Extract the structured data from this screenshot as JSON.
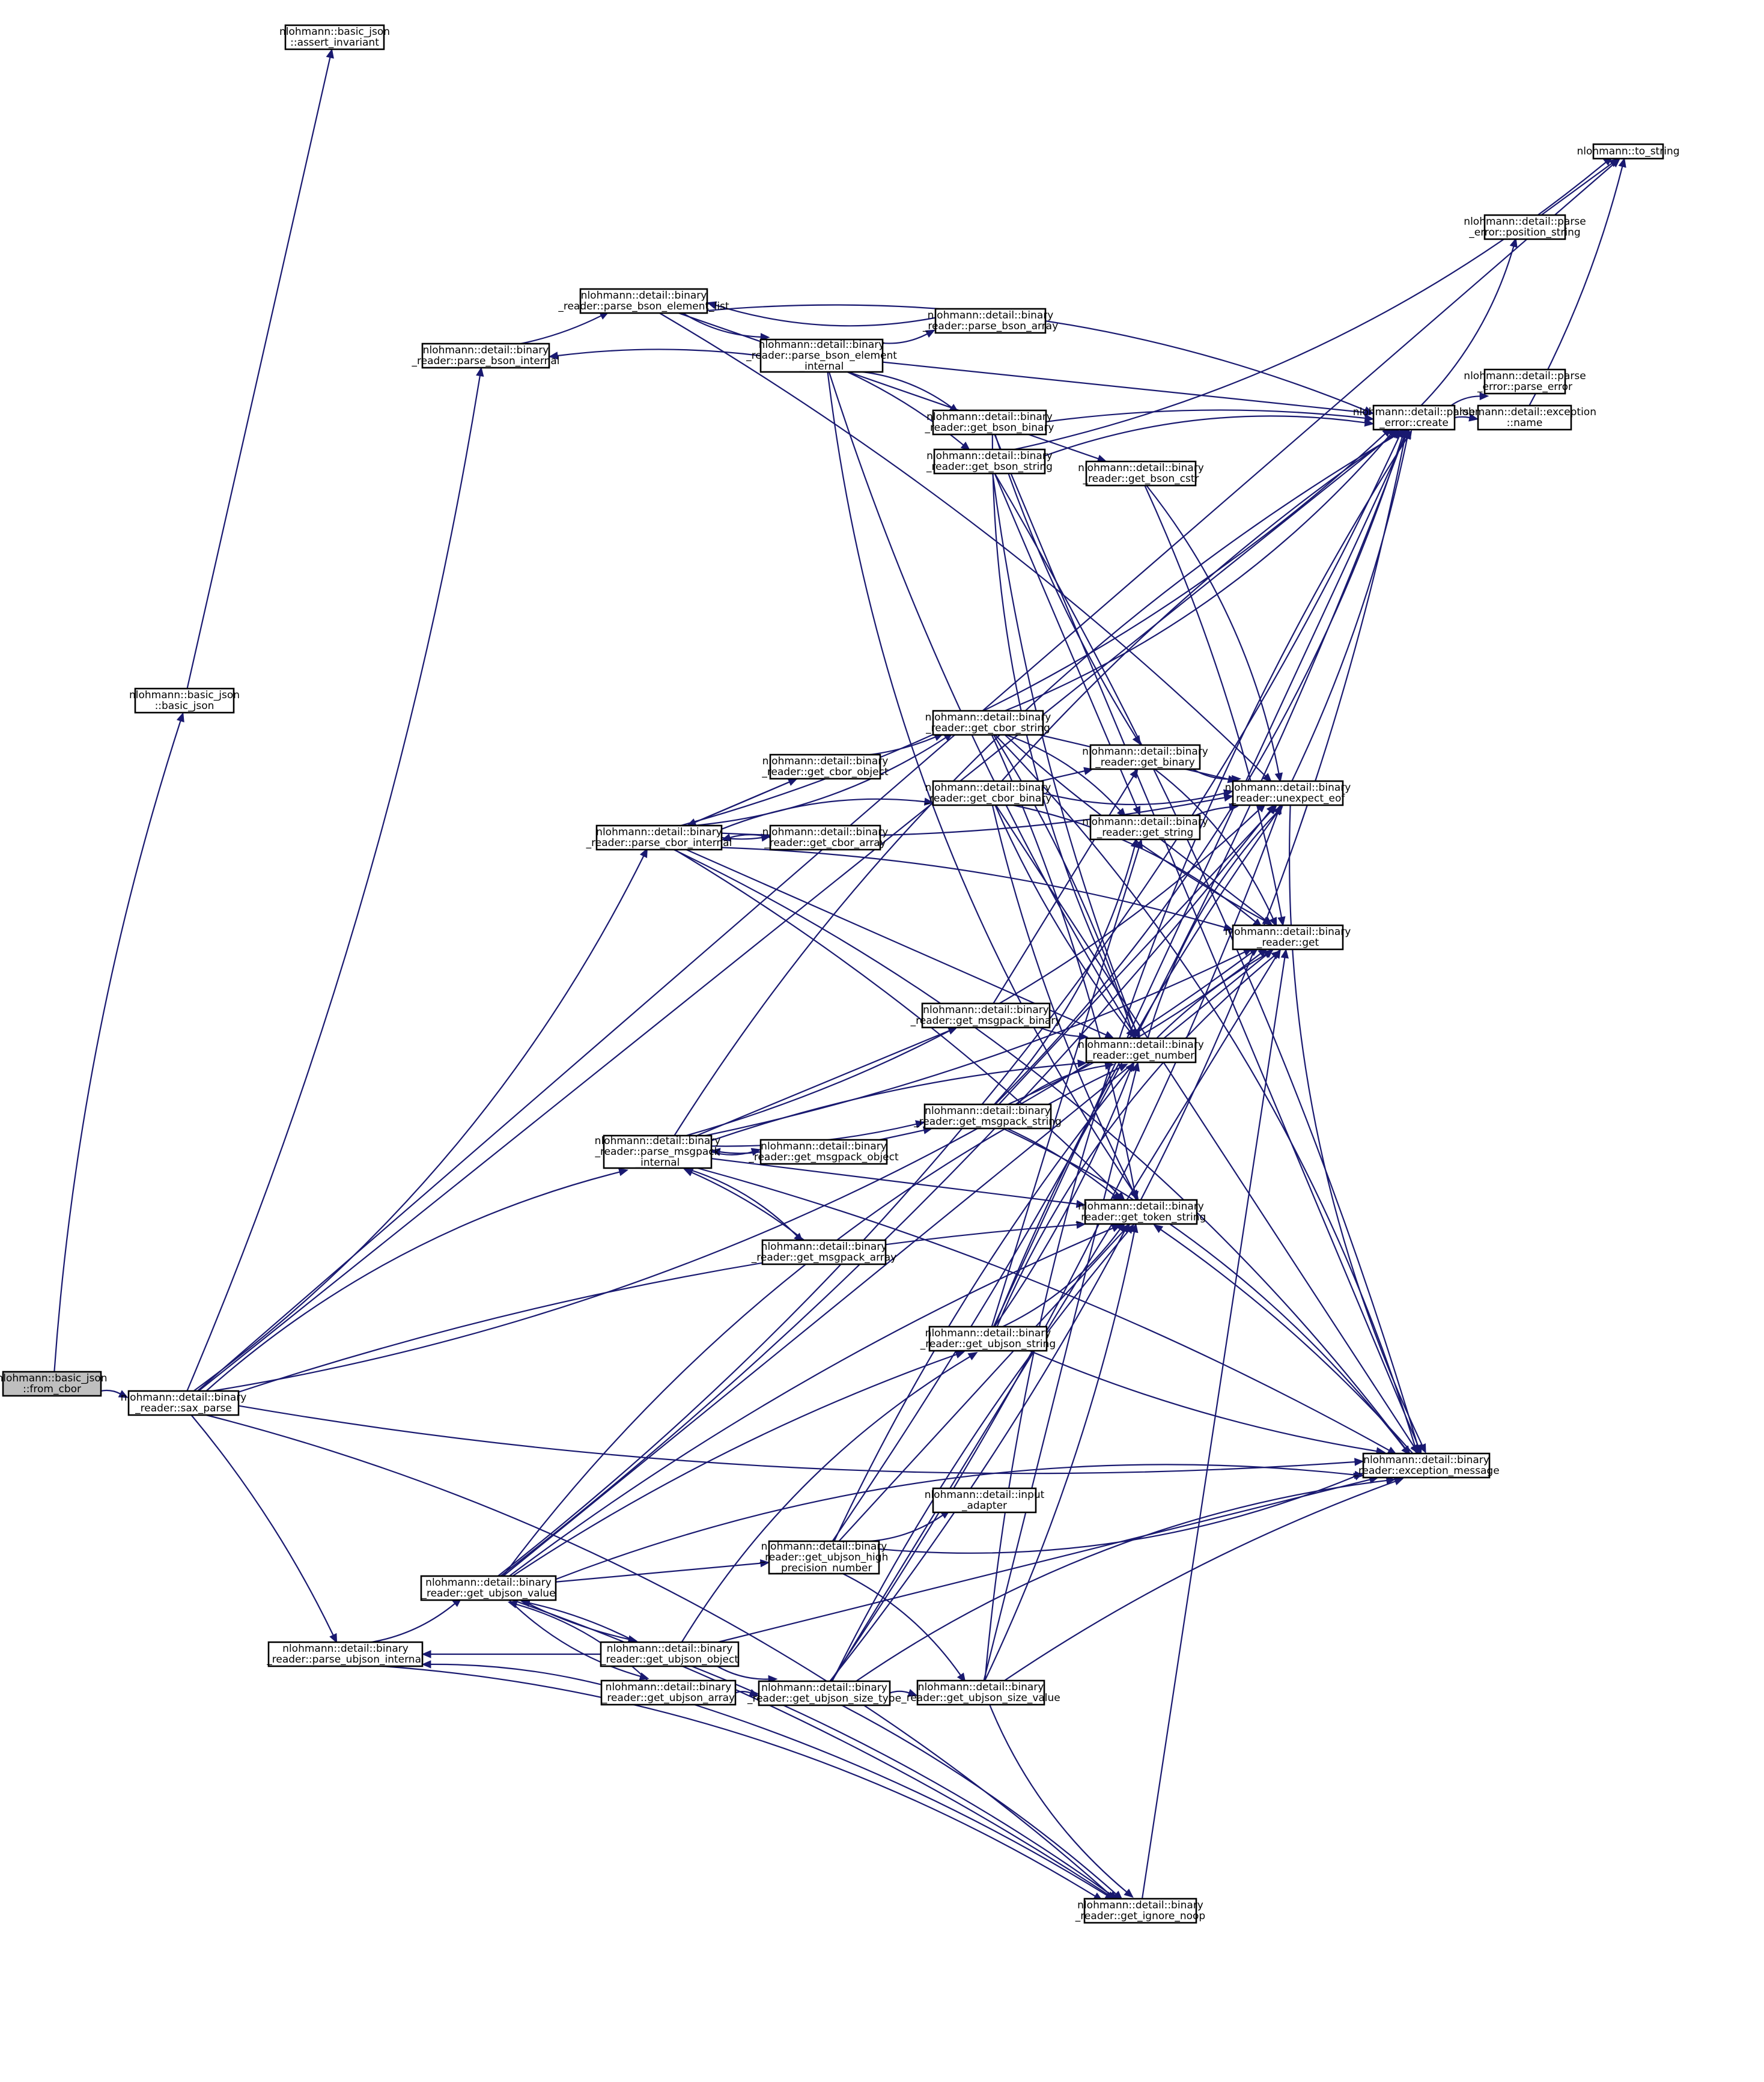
{
  "diagram": {
    "type": "call-graph",
    "title": "",
    "edge_color": "#191970",
    "root_fill": "#bfbfbf",
    "node_fill": "#ffffff",
    "nodes": [
      {
        "id": "from_cbor",
        "lines": [
          "nlohmann::basic_json",
          "::from_cbor"
        ],
        "root": true
      },
      {
        "id": "sax_parse",
        "lines": [
          "nlohmann::detail::binary",
          "_reader::sax_parse"
        ]
      },
      {
        "id": "basic_json",
        "lines": [
          "nlohmann::basic_json",
          "::basic_json"
        ]
      },
      {
        "id": "assert_invariant",
        "lines": [
          "nlohmann::basic_json",
          "::assert_invariant"
        ]
      },
      {
        "id": "parse_bson_internal",
        "lines": [
          "nlohmann::detail::binary",
          "_reader::parse_bson_internal"
        ]
      },
      {
        "id": "parse_bson_element_list",
        "lines": [
          "nlohmann::detail::binary",
          "_reader::parse_bson_element_list"
        ]
      },
      {
        "id": "parse_bson_element_internal",
        "lines": [
          "nlohmann::detail::binary",
          "_reader::parse_bson_element",
          "_internal"
        ]
      },
      {
        "id": "parse_bson_array",
        "lines": [
          "nlohmann::detail::binary",
          "_reader::parse_bson_array"
        ]
      },
      {
        "id": "get_bson_binary",
        "lines": [
          "nlohmann::detail::binary",
          "_reader::get_bson_binary"
        ]
      },
      {
        "id": "get_bson_string",
        "lines": [
          "nlohmann::detail::binary",
          "_reader::get_bson_string"
        ]
      },
      {
        "id": "get_bson_cstr",
        "lines": [
          "nlohmann::detail::binary",
          "_reader::get_bson_cstr"
        ]
      },
      {
        "id": "parse_cbor_internal",
        "lines": [
          "nlohmann::detail::binary",
          "_reader::parse_cbor_internal"
        ]
      },
      {
        "id": "get_cbor_object",
        "lines": [
          "nlohmann::detail::binary",
          "_reader::get_cbor_object"
        ]
      },
      {
        "id": "get_cbor_array",
        "lines": [
          "nlohmann::detail::binary",
          "_reader::get_cbor_array"
        ]
      },
      {
        "id": "get_cbor_string",
        "lines": [
          "nlohmann::detail::binary",
          "_reader::get_cbor_string"
        ]
      },
      {
        "id": "get_cbor_binary",
        "lines": [
          "nlohmann::detail::binary",
          "_reader::get_cbor_binary"
        ]
      },
      {
        "id": "get_binary",
        "lines": [
          "nlohmann::detail::binary",
          "_reader::get_binary"
        ]
      },
      {
        "id": "get_string",
        "lines": [
          "nlohmann::detail::binary",
          "_reader::get_string"
        ]
      },
      {
        "id": "unexpect_eof",
        "lines": [
          "nlohmann::detail::binary",
          "_reader::unexpect_eof"
        ]
      },
      {
        "id": "get",
        "lines": [
          "nlohmann::detail::binary",
          "_reader::get"
        ]
      },
      {
        "id": "parse_msgpack_internal",
        "lines": [
          "nlohmann::detail::binary",
          "_reader::parse_msgpack",
          "_internal"
        ]
      },
      {
        "id": "get_msgpack_binary",
        "lines": [
          "nlohmann::detail::binary",
          "_reader::get_msgpack_binary"
        ]
      },
      {
        "id": "get_msgpack_string",
        "lines": [
          "nlohmann::detail::binary",
          "_reader::get_msgpack_string"
        ]
      },
      {
        "id": "get_msgpack_object",
        "lines": [
          "nlohmann::detail::binary",
          "_reader::get_msgpack_object"
        ]
      },
      {
        "id": "get_msgpack_array",
        "lines": [
          "nlohmann::detail::binary",
          "_reader::get_msgpack_array"
        ]
      },
      {
        "id": "get_number",
        "lines": [
          "nlohmann::detail::binary",
          "_reader::get_number"
        ]
      },
      {
        "id": "get_token_string",
        "lines": [
          "nlohmann::detail::binary",
          "_reader::get_token_string"
        ]
      },
      {
        "id": "get_ubjson_string",
        "lines": [
          "nlohmann::detail::binary",
          "_reader::get_ubjson_string"
        ]
      },
      {
        "id": "input_adapter",
        "lines": [
          "nlohmann::detail::input",
          "_adapter"
        ]
      },
      {
        "id": "get_ubjson_high_precision_number",
        "lines": [
          "nlohmann::detail::binary",
          "_reader::get_ubjson_high",
          "_precision_number"
        ]
      },
      {
        "id": "get_ubjson_value",
        "lines": [
          "nlohmann::detail::binary",
          "_reader::get_ubjson_value"
        ]
      },
      {
        "id": "parse_ubjson_internal",
        "lines": [
          "nlohmann::detail::binary",
          "_reader::parse_ubjson_internal"
        ]
      },
      {
        "id": "get_ubjson_object",
        "lines": [
          "nlohmann::detail::binary",
          "_reader::get_ubjson_object"
        ]
      },
      {
        "id": "get_ubjson_array",
        "lines": [
          "nlohmann::detail::binary",
          "_reader::get_ubjson_array"
        ]
      },
      {
        "id": "get_ubjson_size_type",
        "lines": [
          "nlohmann::detail::binary",
          "_reader::get_ubjson_size_type"
        ]
      },
      {
        "id": "get_ubjson_size_value",
        "lines": [
          "nlohmann::detail::binary",
          "_reader::get_ubjson_size_value"
        ]
      },
      {
        "id": "get_ignore_noop",
        "lines": [
          "nlohmann::detail::binary",
          "_reader::get_ignore_noop"
        ]
      },
      {
        "id": "exception_message",
        "lines": [
          "nlohmann::detail::binary",
          "_reader::exception_message"
        ]
      },
      {
        "id": "parse_error_create",
        "lines": [
          "nlohmann::detail::parse",
          "_error::create"
        ]
      },
      {
        "id": "position_string",
        "lines": [
          "nlohmann::detail::parse",
          "_error::position_string"
        ]
      },
      {
        "id": "parse_error_parse_error",
        "lines": [
          "nlohmann::detail::parse",
          "_error::parse_error"
        ]
      },
      {
        "id": "exception_name",
        "lines": [
          "nlohmann::detail::exception",
          "::name"
        ]
      },
      {
        "id": "to_string",
        "lines": [
          "nlohmann::to_string"
        ]
      }
    ],
    "edges": [
      [
        "from_cbor",
        "sax_parse"
      ],
      [
        "from_cbor",
        "basic_json"
      ],
      [
        "basic_json",
        "assert_invariant"
      ],
      [
        "sax_parse",
        "parse_bson_internal"
      ],
      [
        "sax_parse",
        "parse_cbor_internal"
      ],
      [
        "sax_parse",
        "parse_msgpack_internal"
      ],
      [
        "sax_parse",
        "parse_ubjson_internal"
      ],
      [
        "sax_parse",
        "parse_error_create"
      ],
      [
        "sax_parse",
        "exception_message"
      ],
      [
        "sax_parse",
        "get"
      ],
      [
        "sax_parse",
        "get_ignore_noop"
      ],
      [
        "sax_parse",
        "get_token_string"
      ],
      [
        "sax_parse",
        "to_string"
      ],
      [
        "parse_bson_internal",
        "parse_bson_element_list"
      ],
      [
        "parse_bson_element_list",
        "parse_bson_element_internal"
      ],
      [
        "parse_bson_element_list",
        "parse_error_create"
      ],
      [
        "parse_bson_element_list",
        "unexpect_eof"
      ],
      [
        "parse_bson_element_list",
        "get_bson_cstr"
      ],
      [
        "parse_bson_element_internal",
        "parse_bson_internal"
      ],
      [
        "parse_bson_element_internal",
        "parse_bson_array"
      ],
      [
        "parse_bson_element_internal",
        "get_bson_binary"
      ],
      [
        "parse_bson_element_internal",
        "get_bson_string"
      ],
      [
        "parse_bson_element_internal",
        "parse_error_create"
      ],
      [
        "parse_bson_element_internal",
        "get_number"
      ],
      [
        "parse_bson_element_internal",
        "get_token_string"
      ],
      [
        "parse_bson_array",
        "parse_bson_element_list"
      ],
      [
        "get_bson_binary",
        "parse_error_create"
      ],
      [
        "get_bson_binary",
        "exception_message"
      ],
      [
        "get_bson_binary",
        "get_binary"
      ],
      [
        "get_bson_binary",
        "get_number"
      ],
      [
        "get_bson_string",
        "parse_error_create"
      ],
      [
        "get_bson_string",
        "exception_message"
      ],
      [
        "get_bson_string",
        "get_string"
      ],
      [
        "get_bson_string",
        "get_number"
      ],
      [
        "get_bson_string",
        "to_string"
      ],
      [
        "get_bson_cstr",
        "unexpect_eof"
      ],
      [
        "get_bson_cstr",
        "get"
      ],
      [
        "parse_cbor_internal",
        "get_cbor_object"
      ],
      [
        "parse_cbor_internal",
        "get_cbor_array"
      ],
      [
        "parse_cbor_internal",
        "get_cbor_string"
      ],
      [
        "parse_cbor_internal",
        "get_cbor_binary"
      ],
      [
        "parse_cbor_internal",
        "get"
      ],
      [
        "parse_cbor_internal",
        "get_number"
      ],
      [
        "parse_cbor_internal",
        "unexpect_eof"
      ],
      [
        "parse_cbor_internal",
        "parse_error_create"
      ],
      [
        "parse_cbor_internal",
        "exception_message"
      ],
      [
        "parse_cbor_internal",
        "get_token_string"
      ],
      [
        "get_cbor_object",
        "parse_cbor_internal"
      ],
      [
        "get_cbor_object",
        "get_cbor_string"
      ],
      [
        "get_cbor_array",
        "parse_cbor_internal"
      ],
      [
        "get_cbor_string",
        "get_string"
      ],
      [
        "get_cbor_string",
        "get_number"
      ],
      [
        "get_cbor_string",
        "unexpect_eof"
      ],
      [
        "get_cbor_string",
        "get"
      ],
      [
        "get_cbor_string",
        "parse_error_create"
      ],
      [
        "get_cbor_string",
        "exception_message"
      ],
      [
        "get_cbor_string",
        "get_token_string"
      ],
      [
        "get_cbor_binary",
        "get_binary"
      ],
      [
        "get_cbor_binary",
        "get_number"
      ],
      [
        "get_cbor_binary",
        "unexpect_eof"
      ],
      [
        "get_cbor_binary",
        "get"
      ],
      [
        "get_cbor_binary",
        "parse_error_create"
      ],
      [
        "get_cbor_binary",
        "exception_message"
      ],
      [
        "get_cbor_binary",
        "get_token_string"
      ],
      [
        "get_binary",
        "unexpect_eof"
      ],
      [
        "get_binary",
        "get"
      ],
      [
        "get_string",
        "unexpect_eof"
      ],
      [
        "get_string",
        "get"
      ],
      [
        "unexpect_eof",
        "parse_error_create"
      ],
      [
        "unexpect_eof",
        "exception_message"
      ],
      [
        "get_number",
        "unexpect_eof"
      ],
      [
        "get_number",
        "get"
      ],
      [
        "parse_msgpack_internal",
        "get_msgpack_binary"
      ],
      [
        "parse_msgpack_internal",
        "get_msgpack_string"
      ],
      [
        "parse_msgpack_internal",
        "get_msgpack_object"
      ],
      [
        "parse_msgpack_internal",
        "get_msgpack_array"
      ],
      [
        "parse_msgpack_internal",
        "get_number"
      ],
      [
        "parse_msgpack_internal",
        "get_token_string"
      ],
      [
        "parse_msgpack_internal",
        "get"
      ],
      [
        "parse_msgpack_internal",
        "unexpect_eof"
      ],
      [
        "parse_msgpack_internal",
        "parse_error_create"
      ],
      [
        "parse_msgpack_internal",
        "exception_message"
      ],
      [
        "get_msgpack_binary",
        "get_binary"
      ],
      [
        "get_msgpack_binary",
        "get_number"
      ],
      [
        "get_msgpack_string",
        "get_string"
      ],
      [
        "get_msgpack_string",
        "get_number"
      ],
      [
        "get_msgpack_string",
        "get_token_string"
      ],
      [
        "get_msgpack_string",
        "unexpect_eof"
      ],
      [
        "get_msgpack_string",
        "get"
      ],
      [
        "get_msgpack_string",
        "parse_error_create"
      ],
      [
        "get_msgpack_string",
        "exception_message"
      ],
      [
        "get_msgpack_object",
        "parse_msgpack_internal"
      ],
      [
        "get_msgpack_object",
        "get_msgpack_string"
      ],
      [
        "get_msgpack_array",
        "parse_msgpack_internal"
      ],
      [
        "parse_ubjson_internal",
        "get_ubjson_value"
      ],
      [
        "parse_ubjson_internal",
        "get_ignore_noop"
      ],
      [
        "get_ubjson_value",
        "get_ubjson_string"
      ],
      [
        "get_ubjson_value",
        "get_ubjson_high_precision_number"
      ],
      [
        "get_ubjson_value",
        "get_ubjson_object"
      ],
      [
        "get_ubjson_value",
        "get_ubjson_array"
      ],
      [
        "get_ubjson_value",
        "get_number"
      ],
      [
        "get_ubjson_value",
        "get_token_string"
      ],
      [
        "get_ubjson_value",
        "get"
      ],
      [
        "get_ubjson_value",
        "unexpect_eof"
      ],
      [
        "get_ubjson_value",
        "parse_error_create"
      ],
      [
        "get_ubjson_value",
        "exception_message"
      ],
      [
        "get_ubjson_value",
        "get_ignore_noop"
      ],
      [
        "get_ubjson_object",
        "parse_ubjson_internal"
      ],
      [
        "get_ubjson_object",
        "get_ubjson_value"
      ],
      [
        "get_ubjson_object",
        "get_ubjson_size_type"
      ],
      [
        "get_ubjson_object",
        "get_ubjson_string"
      ],
      [
        "get_ubjson_object",
        "get_ignore_noop"
      ],
      [
        "get_ubjson_object",
        "exception_message"
      ],
      [
        "get_ubjson_array",
        "parse_ubjson_internal"
      ],
      [
        "get_ubjson_array",
        "get_ubjson_value"
      ],
      [
        "get_ubjson_array",
        "get_ubjson_size_type"
      ],
      [
        "get_ubjson_array",
        "get_ignore_noop"
      ],
      [
        "get_ubjson_string",
        "get_string"
      ],
      [
        "get_ubjson_string",
        "get_number"
      ],
      [
        "get_ubjson_string",
        "get_token_string"
      ],
      [
        "get_ubjson_string",
        "get"
      ],
      [
        "get_ubjson_string",
        "unexpect_eof"
      ],
      [
        "get_ubjson_string",
        "parse_error_create"
      ],
      [
        "get_ubjson_string",
        "exception_message"
      ],
      [
        "get_ubjson_high_precision_number",
        "input_adapter"
      ],
      [
        "get_ubjson_high_precision_number",
        "get_ubjson_size_value"
      ],
      [
        "get_ubjson_high_precision_number",
        "get_number"
      ],
      [
        "get_ubjson_high_precision_number",
        "get_token_string"
      ],
      [
        "get_ubjson_high_precision_number",
        "parse_error_create"
      ],
      [
        "get_ubjson_high_precision_number",
        "exception_message"
      ],
      [
        "get_ubjson_size_type",
        "get_ubjson_size_value"
      ],
      [
        "get_ubjson_size_type",
        "get_ignore_noop"
      ],
      [
        "get_ubjson_size_type",
        "get"
      ],
      [
        "get_ubjson_size_type",
        "unexpect_eof"
      ],
      [
        "get_ubjson_size_type",
        "parse_error_create"
      ],
      [
        "get_ubjson_size_type",
        "exception_message"
      ],
      [
        "get_ubjson_size_type",
        "get_token_string"
      ],
      [
        "get_ubjson_size_value",
        "get_number"
      ],
      [
        "get_ubjson_size_value",
        "get_token_string"
      ],
      [
        "get_ubjson_size_value",
        "get_ignore_noop"
      ],
      [
        "get_ubjson_size_value",
        "parse_error_create"
      ],
      [
        "get_ubjson_size_value",
        "exception_message"
      ],
      [
        "get_ignore_noop",
        "get"
      ],
      [
        "exception_message",
        "get_token_string"
      ],
      [
        "parse_error_create",
        "position_string"
      ],
      [
        "parse_error_create",
        "parse_error_parse_error"
      ],
      [
        "parse_error_create",
        "exception_name"
      ],
      [
        "position_string",
        "to_string"
      ],
      [
        "exception_name",
        "to_string"
      ]
    ]
  }
}
